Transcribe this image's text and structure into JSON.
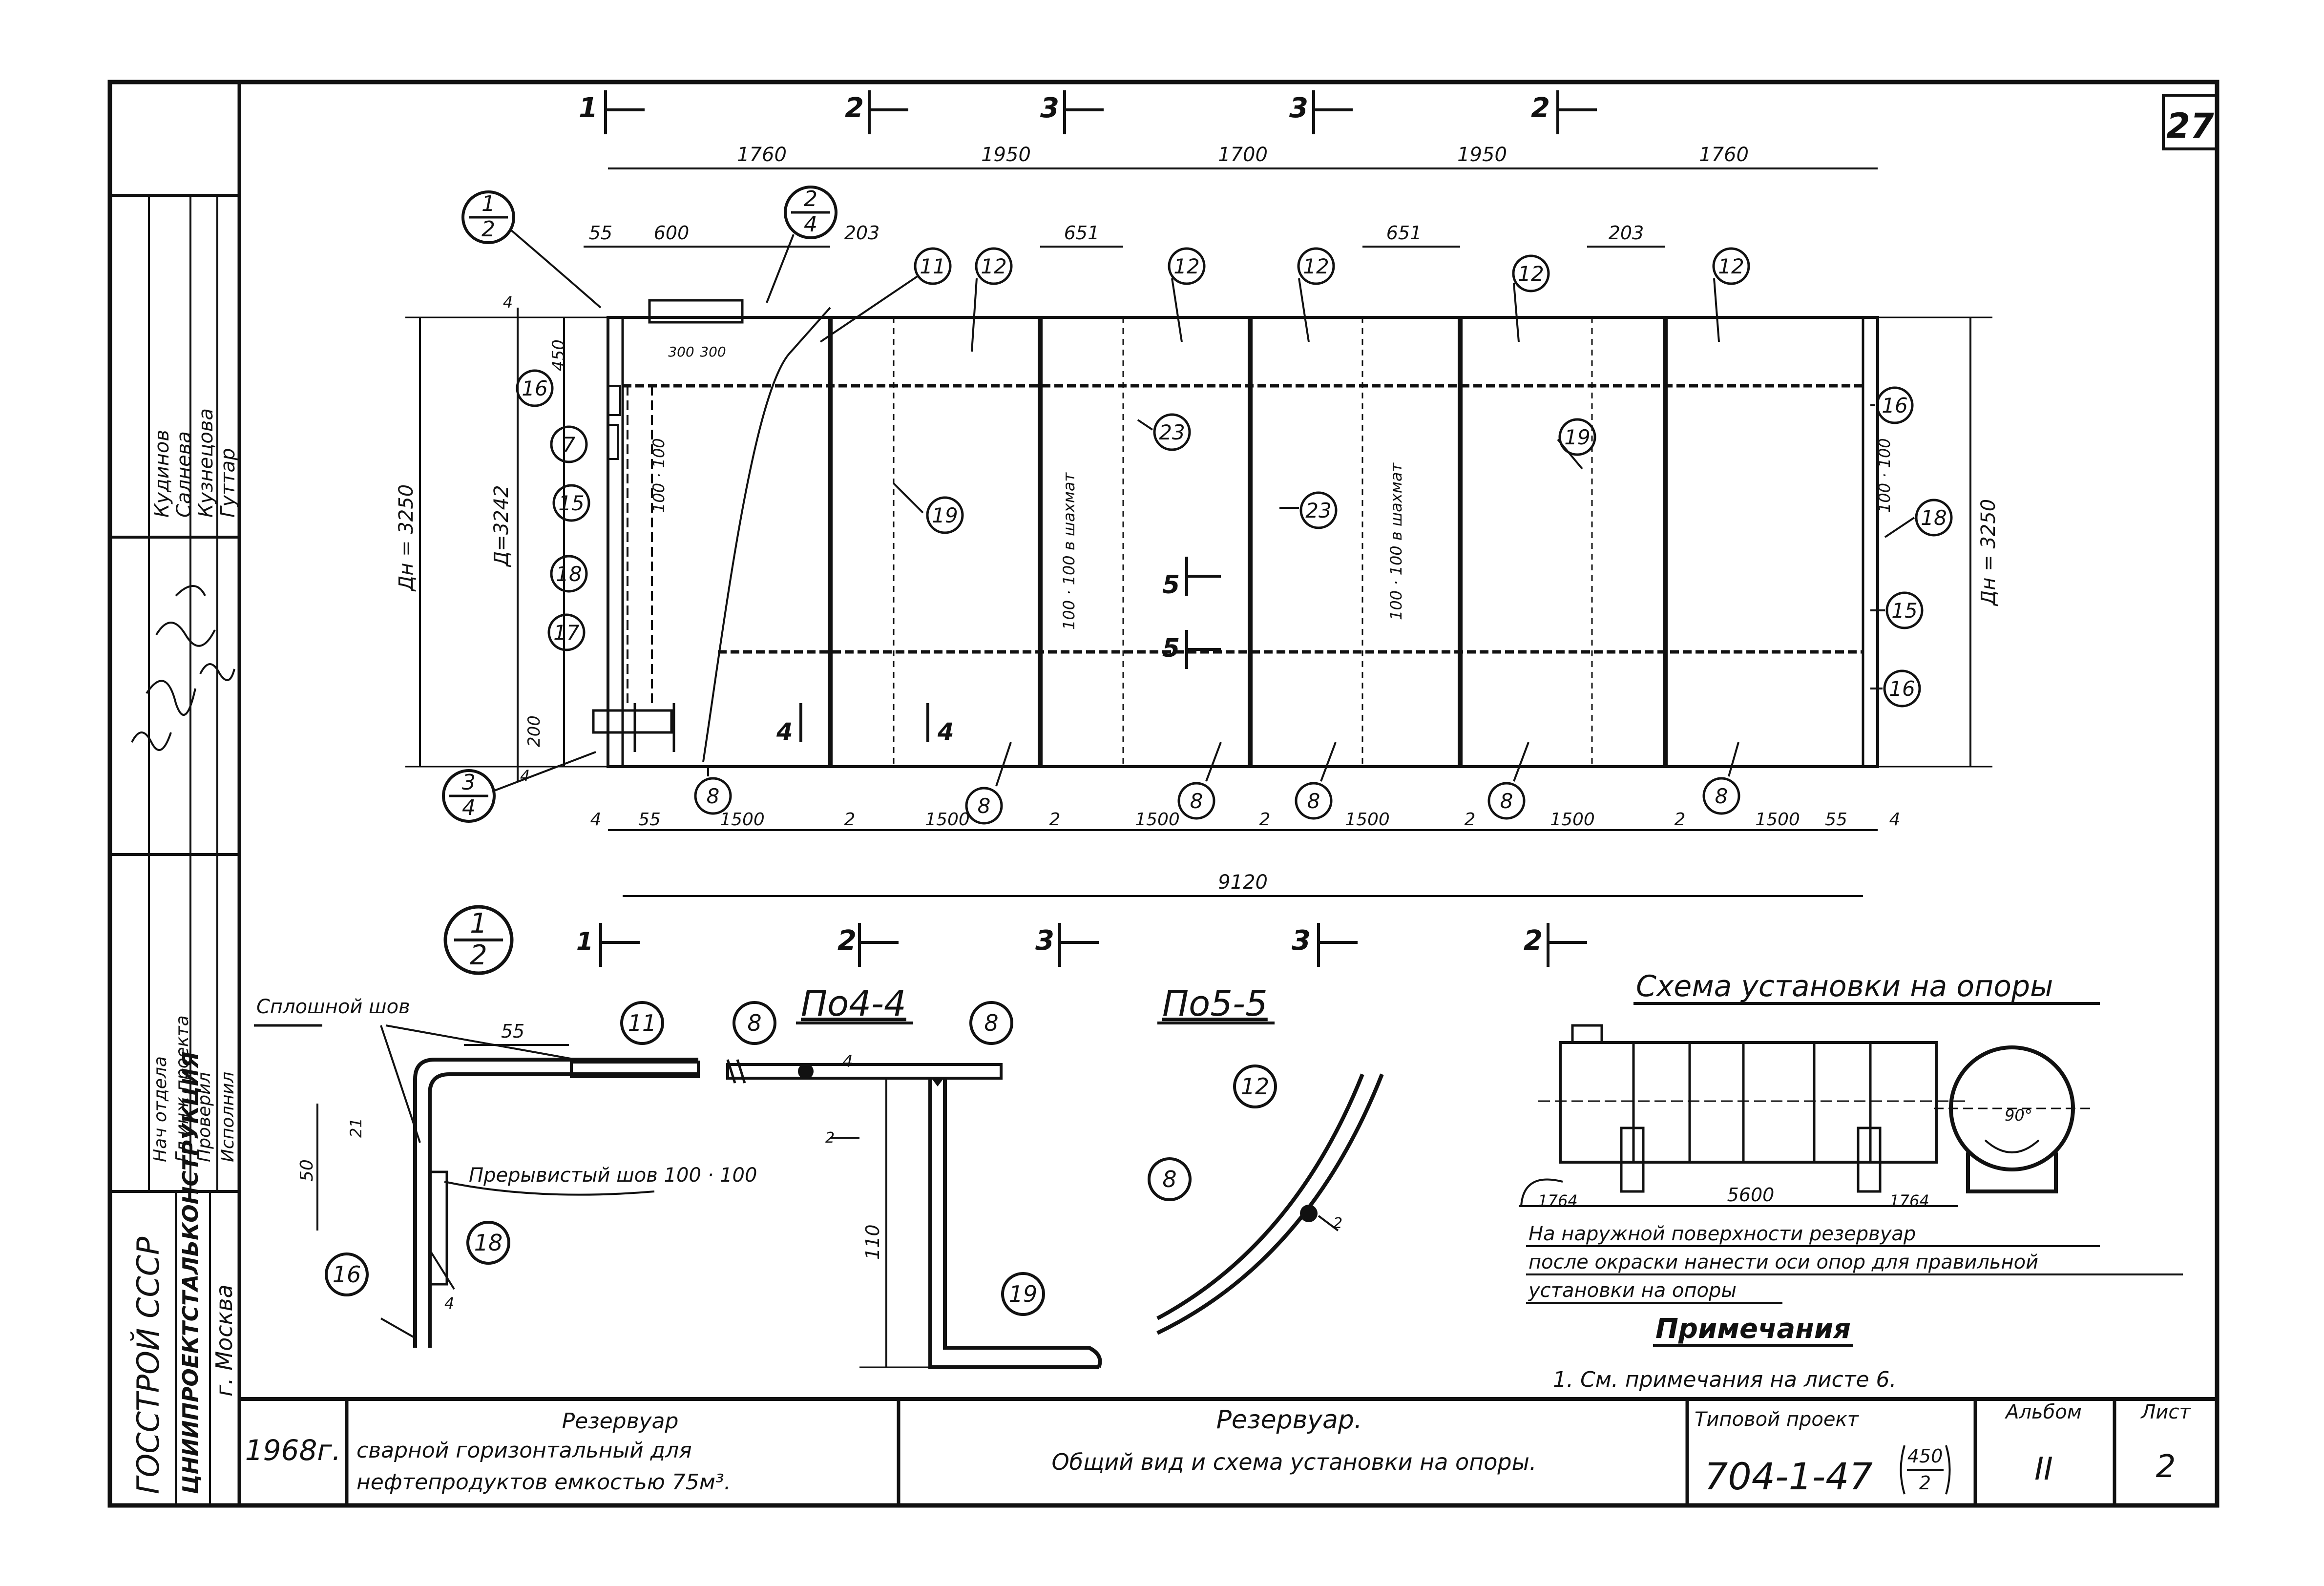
{
  "sheet_number": "27",
  "side_stamp": {
    "org1": "ГОССТРОЙ СССР",
    "org2": "ЦНИИПРОЕКТСТАЛЬКОНСТРУКЦИЯ",
    "city": "г. Москва",
    "roles": [
      "Нач отдела",
      "Гл инж проекта",
      "Проверил",
      "Исполнил"
    ],
    "names": [
      "Кудинов",
      "Салнева",
      "Кузнецова",
      "Гуттар"
    ]
  },
  "plan": {
    "top_dims": [
      "1760",
      "1950",
      "1700",
      "1950",
      "1760"
    ],
    "sub_dims": [
      "55",
      "600",
      "203",
      "651",
      "651",
      "203"
    ],
    "hatch_dims": [
      "300",
      "300"
    ],
    "bottom_dims": [
      "4",
      "55",
      "1500",
      "2",
      "1500",
      "2",
      "1500",
      "2",
      "1500",
      "2",
      "1500",
      "2",
      "1500",
      "55",
      "4"
    ],
    "total_length": "9120",
    "left_dims": [
      "4",
      "450",
      "200",
      "4"
    ],
    "diameter_outer_left": "Дн = 3250",
    "diameter_inner": "Д=3242",
    "diameter_outer_right": "Дн = 3250",
    "inner_weld_marks": [
      "100 · 100",
      "100 · 100 в шахмат",
      "100 · 100 в шахмат",
      "100 · 100"
    ],
    "section_marks_top": [
      "1",
      "2",
      "3",
      "3",
      "2"
    ],
    "section_marks_bottom": [
      "1",
      "2",
      "3",
      "3",
      "2"
    ],
    "section_5": "5",
    "section_4": "4",
    "callouts": [
      "11",
      "12",
      "12",
      "12",
      "12",
      "12",
      "19",
      "23",
      "23",
      "19",
      "16",
      "7",
      "15",
      "18",
      "17",
      "16",
      "18",
      "15",
      "16",
      "8",
      "8",
      "8",
      "8",
      "8",
      "8"
    ],
    "node_refs": [
      {
        "num": "1",
        "den": "2"
      },
      {
        "num": "2",
        "den": "4"
      },
      {
        "num": "3",
        "den": "4"
      }
    ]
  },
  "detail_node": {
    "ref": {
      "num": "1",
      "den": "2"
    },
    "solid_weld": "Сплошной шов",
    "intermittent_weld": "Прерывистый шов 100 · 100",
    "dims": [
      "55",
      "50",
      "21",
      "4"
    ],
    "callouts": [
      "11",
      "18",
      "16"
    ]
  },
  "section_44": {
    "title": "По4-4",
    "dims": [
      "4",
      "2",
      "110"
    ],
    "callouts": [
      "8",
      "8",
      "19"
    ]
  },
  "section_55": {
    "title": "По5-5",
    "dims": [
      "2"
    ],
    "callouts": [
      "12",
      "8"
    ]
  },
  "support_scheme": {
    "title": "Схема установки на опоры",
    "dims": [
      "1764",
      "5600",
      "1764"
    ],
    "angle": "90°",
    "note_lines": [
      "На наружной поверхности резервуар",
      "после окраски нанести оси опор для правильной",
      "установки на опоры"
    ]
  },
  "notes": {
    "title": "Примечания",
    "items": [
      "1. См. примечания на листе 6."
    ]
  },
  "title_block": {
    "year": "1968г.",
    "obj_title": "Резервуар",
    "obj_line1": "сварной горизонтальный для",
    "obj_line2": "нефтепродуктов емкостью 75м³.",
    "sheet_title": "Резервуар.",
    "sheet_subtitle": "Общий вид и схема установки на опоры.",
    "project_label": "Типовой проект",
    "project_code": "704-1-47",
    "project_frac_num": "450",
    "project_frac_den": "2",
    "album_label": "Альбом",
    "album_value": "II",
    "sheet_label": "Лист",
    "sheet_value": "2"
  }
}
